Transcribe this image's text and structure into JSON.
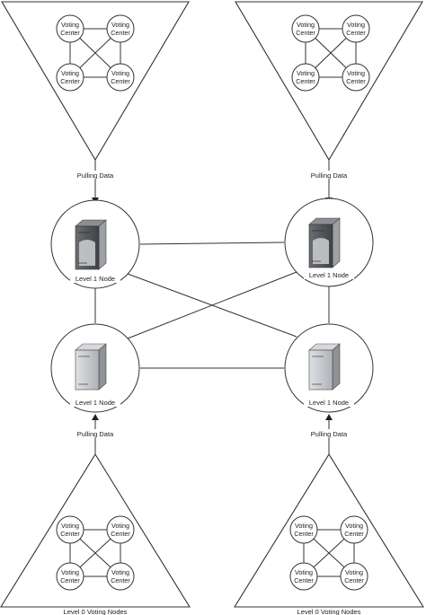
{
  "labels": {
    "pulling_data": "Pulling Data",
    "level1_node": "Level 1 Node",
    "voting_center_line1": "Voting",
    "voting_center_line2": "Center",
    "level0_label": "Level 0 Voting Nodes"
  },
  "colors": {
    "stroke": "#333333",
    "server_dark": "#5e6266",
    "server_light": "#c9ccd0"
  },
  "icons": [
    "server-icon"
  ]
}
